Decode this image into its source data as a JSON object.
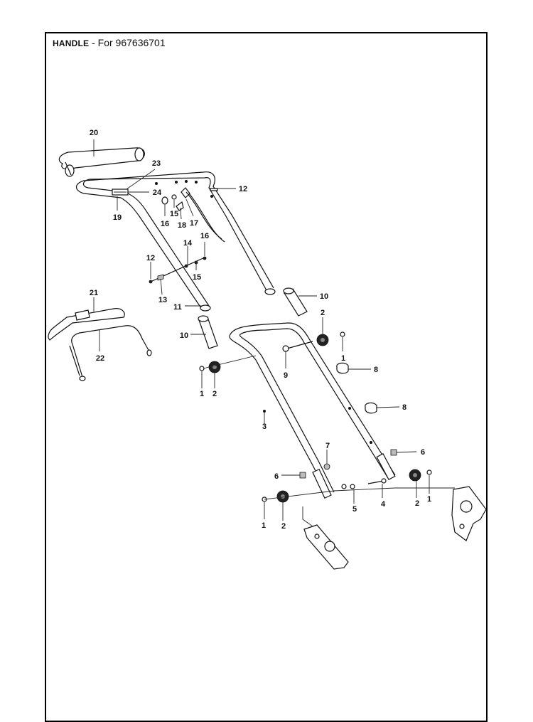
{
  "header": {
    "section": "HANDLE",
    "separator": " - ",
    "subtitle": "For 967636701"
  },
  "callouts": [
    {
      "name": "callout-20",
      "label": "20"
    },
    {
      "name": "callout-23",
      "label": "23"
    },
    {
      "name": "callout-24",
      "label": "24"
    },
    {
      "name": "callout-12-top",
      "label": "12"
    },
    {
      "name": "callout-19",
      "label": "19"
    },
    {
      "name": "callout-16-a",
      "label": "16"
    },
    {
      "name": "callout-15-a",
      "label": "15"
    },
    {
      "name": "callout-18",
      "label": "18"
    },
    {
      "name": "callout-17",
      "label": "17"
    },
    {
      "name": "callout-16-b",
      "label": "16"
    },
    {
      "name": "callout-14",
      "label": "14"
    },
    {
      "name": "callout-12-mid",
      "label": "12"
    },
    {
      "name": "callout-15-b",
      "label": "15"
    },
    {
      "name": "callout-13",
      "label": "13"
    },
    {
      "name": "callout-21",
      "label": "21"
    },
    {
      "name": "callout-11",
      "label": "11"
    },
    {
      "name": "callout-10-right",
      "label": "10"
    },
    {
      "name": "callout-10-left",
      "label": "10"
    },
    {
      "name": "callout-22",
      "label": "22"
    },
    {
      "name": "callout-2-top",
      "label": "2"
    },
    {
      "name": "callout-1-top",
      "label": "1"
    },
    {
      "name": "callout-9",
      "label": "9"
    },
    {
      "name": "callout-8-a",
      "label": "8"
    },
    {
      "name": "callout-1-left",
      "label": "1"
    },
    {
      "name": "callout-2-left",
      "label": "2"
    },
    {
      "name": "callout-8-b",
      "label": "8"
    },
    {
      "name": "callout-3",
      "label": "3"
    },
    {
      "name": "callout-6-right",
      "label": "6"
    },
    {
      "name": "callout-7",
      "label": "7"
    },
    {
      "name": "callout-6-left",
      "label": "6"
    },
    {
      "name": "callout-5",
      "label": "5"
    },
    {
      "name": "callout-4",
      "label": "4"
    },
    {
      "name": "callout-2-right",
      "label": "2"
    },
    {
      "name": "callout-1-right",
      "label": "1"
    },
    {
      "name": "callout-1-bottom",
      "label": "1"
    },
    {
      "name": "callout-2-bottom",
      "label": "2"
    }
  ]
}
